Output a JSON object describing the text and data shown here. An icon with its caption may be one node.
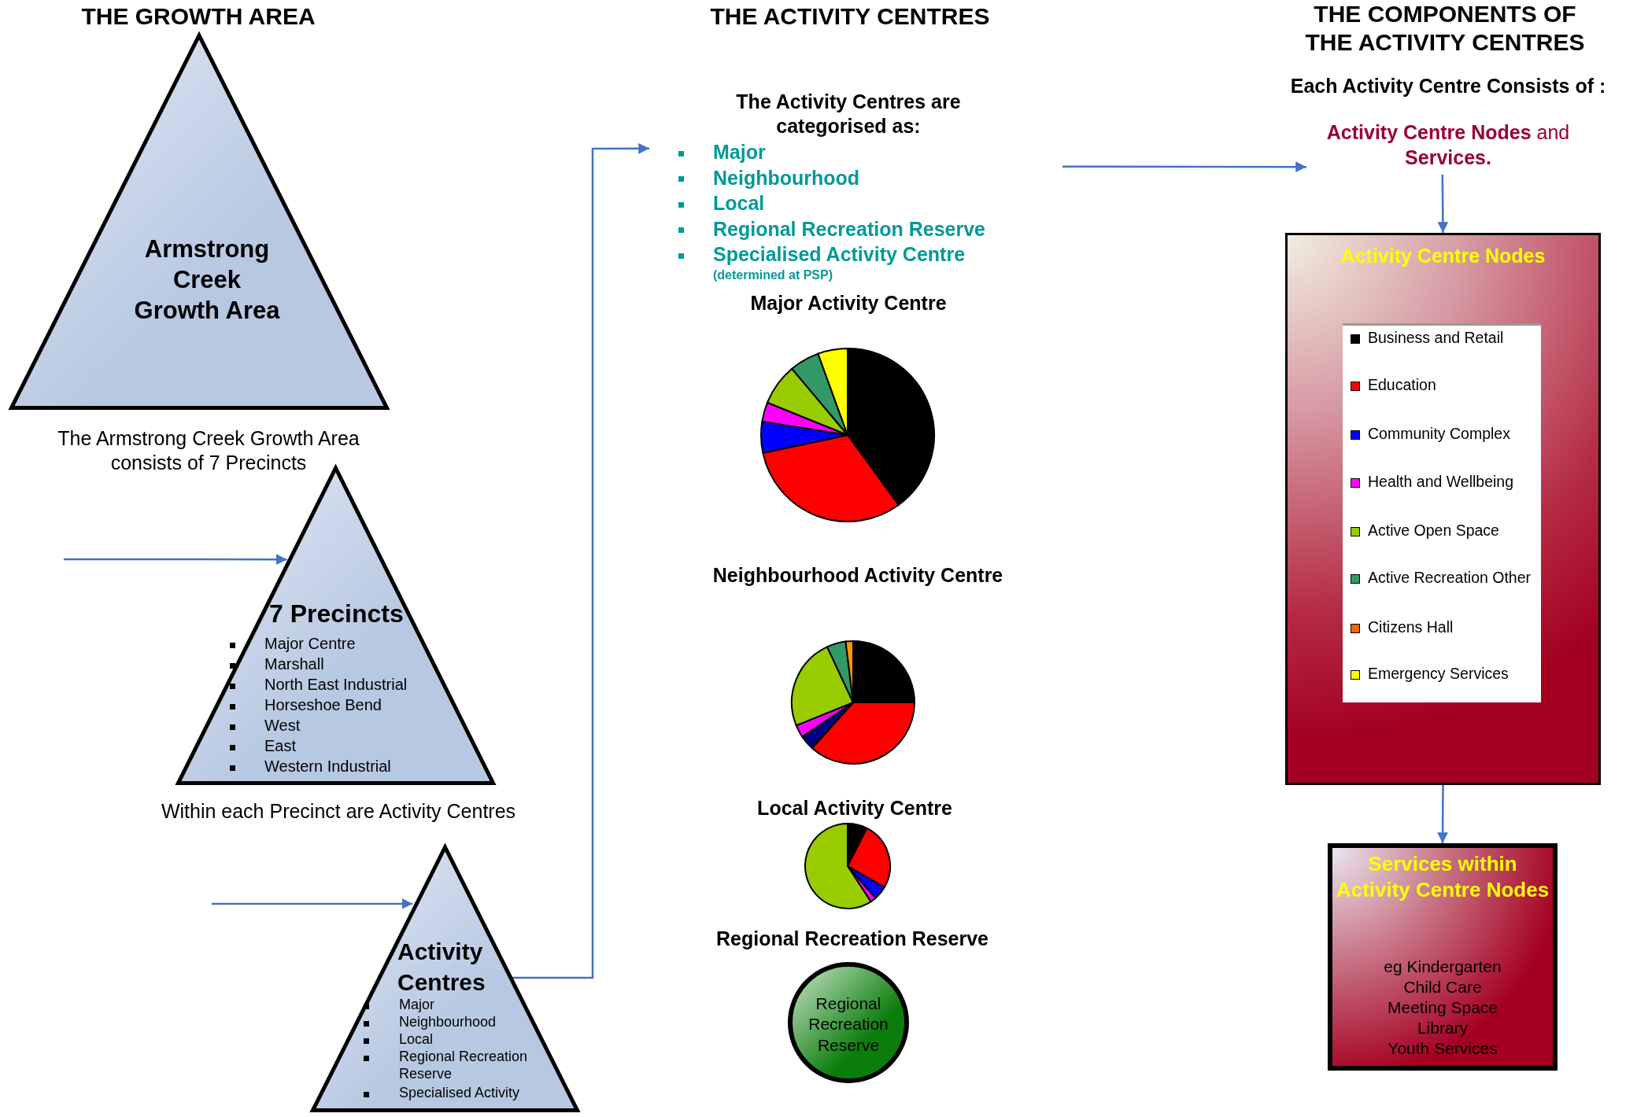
{
  "diagram": {
    "nodes": [
      {
        "text": [
          "Armstrong Creek Growth Area"
        ]
      },
      {
        "text": [
          "7 Precincts",
          "Major Centre",
          "Marshall",
          "North East Industrial",
          "Horseshoe Bend",
          "West",
          "East",
          "Western Industrial"
        ],
        "beside": [
          "Within each Precinct are Activity Centres"
        ]
      },
      {
        "text": [
          "Activity Centres",
          "Major",
          "Neighbourhood",
          "Local",
          "Regional Recreation Reserve",
          "Specialised Activity"
        ]
      },
      {
        "text": [
          "The Activity Centres are categorised as:",
          "Major",
          "Neighbourhood",
          "Local",
          "Regional Recreation Reserve",
          "Specialised Activity Centre",
          "(determined at PSP)"
        ]
      },
      {
        "text": [
          "**Activity Centre Nodes** and **Services.**"
        ]
      },
      {
        "text": [
          "Activity Centre Nodes"
        ]
      },
      {
        "text": [
          "Services within Activity Centre Nodes",
          "eg Kindergarten",
          "Child Care",
          "Meeting Space",
          "Library",
          "Youth Services"
        ]
      },
      {
        "text": [
          "Regional Recreation Reserve"
        ],
        "beside": [
          "Regional Recreation Reserve"
        ]
      }
    ],
    "edges": [
      {
        "from": null,
        "to": 1,
        "arrow": "to"
      },
      {
        "from": null,
        "to": 2,
        "arrow": "to"
      },
      {
        "from": 2,
        "to": 3,
        "arrow": "to"
      },
      {
        "from": 3,
        "to": 4,
        "arrow": "to"
      },
      {
        "from": 4,
        "to": 5,
        "arrow": "to"
      },
      {
        "from": 5,
        "to": 6,
        "arrow": "to"
      }
    ],
    "labels": [
      "THE GROWTH AREA",
      "The Armstrong Creek Growth Area consists of 7 Precincts",
      "THE ACTIVITY CENTRES",
      "THE COMPONENTS OF THE ACTIVITY CENTRES",
      "Each Activity Centre Consists of :",
      "Major Activity Centre",
      "Neighbourhood Activity Centre",
      "Local Activity Centre"
    ],
    "legend": [
      {
        "text": "Business and Retail",
        "color": "#000000"
      },
      {
        "text": "Education",
        "color": "#ff0000"
      },
      {
        "text": "Community Complex",
        "color": "#0000ff"
      },
      {
        "text": "Health and Wellbeing",
        "color": "#ff00ff"
      },
      {
        "text": "Active Open Space",
        "color": "#99cc00"
      },
      {
        "text": "Active Recreation Other",
        "color": "#339966"
      },
      {
        "text": "Citizens Hall",
        "color": "#ff6600"
      },
      {
        "text": "Emergency Services",
        "color": "#ffff00"
      }
    ]
  }
}
